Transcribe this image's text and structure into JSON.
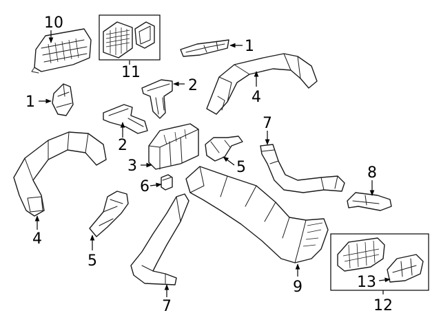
{
  "callouts": {
    "c1a": "1",
    "c1b": "1",
    "c2a": "2",
    "c2b": "2",
    "c3": "3",
    "c4a": "4",
    "c4b": "4",
    "c5a": "5",
    "c5b": "5",
    "c6": "6",
    "c7a": "7",
    "c7b": "7",
    "c8": "8",
    "c9": "9",
    "c10": "10",
    "c11": "11",
    "c12": "12",
    "c13": "13"
  }
}
